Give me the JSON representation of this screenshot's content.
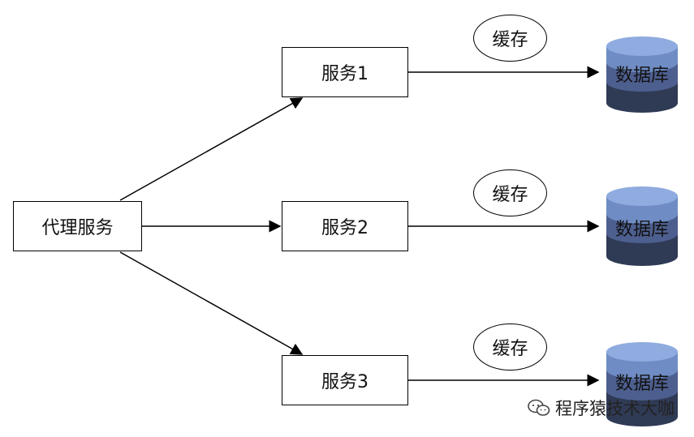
{
  "proxy": {
    "label": "代理服务"
  },
  "services": [
    {
      "label": "服务1"
    },
    {
      "label": "服务2"
    },
    {
      "label": "服务3"
    }
  ],
  "caches": [
    {
      "label": "缓存"
    },
    {
      "label": "缓存"
    },
    {
      "label": "缓存"
    }
  ],
  "databases": [
    {
      "label": "数据库"
    },
    {
      "label": "数据库"
    },
    {
      "label": "数据库"
    }
  ],
  "watermark": {
    "icon": "wechat-icon",
    "text": "程序猿技术大咖"
  },
  "colors": {
    "db_top": "#7f9ed4",
    "db_mid": "#4d5f8f",
    "db_bottom": "#2f3a55",
    "line": "#000000"
  }
}
